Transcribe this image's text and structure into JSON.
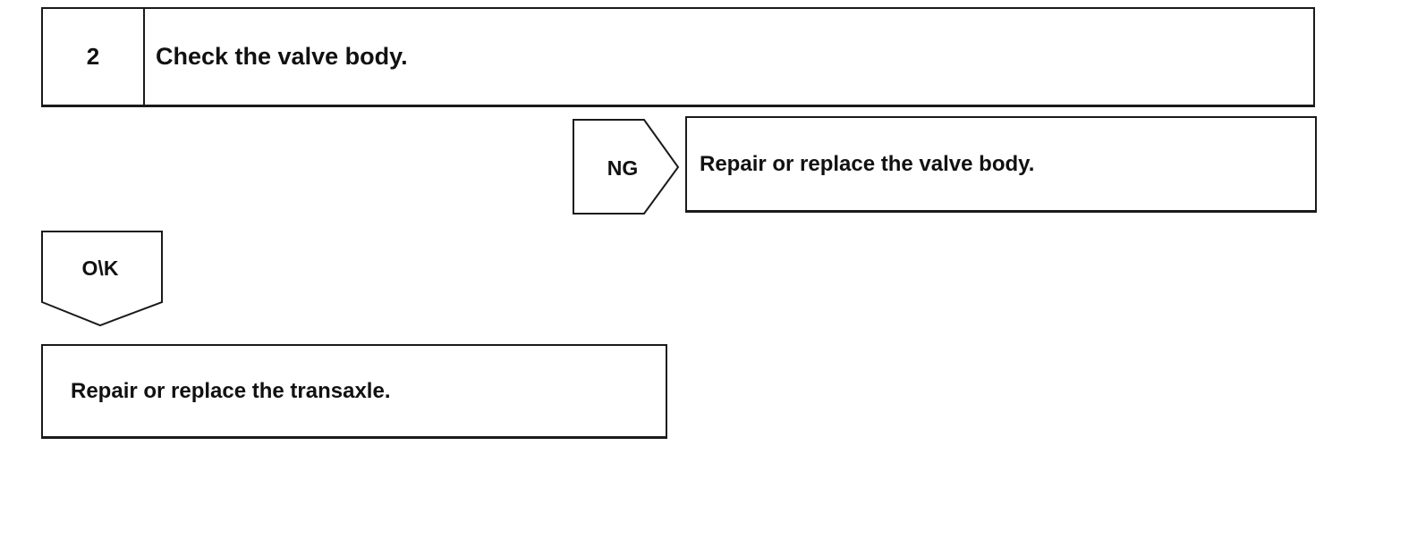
{
  "step": {
    "number": "2",
    "title": "Check the valve body."
  },
  "ng_branch": {
    "label": "NG",
    "result": "Repair or replace the valve body."
  },
  "ok_branch": {
    "label": "O\\K",
    "result": "Repair or replace the transaxle."
  },
  "colors": {
    "line": "#1a1a1a",
    "text": "#111111",
    "background": "#ffffff"
  }
}
